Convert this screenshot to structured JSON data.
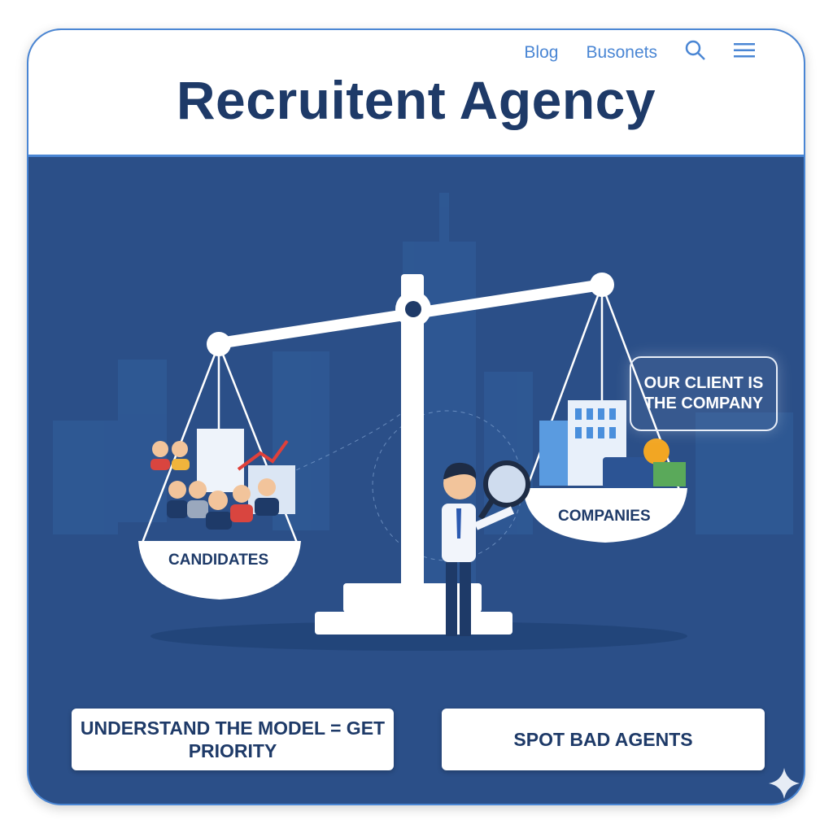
{
  "header": {
    "title": "Recruitent Agency",
    "nav": {
      "blog": "Blog",
      "business": "Busonets"
    }
  },
  "scene": {
    "left_pan_label": "CANDIDATES",
    "right_pan_label": "COMPANIES",
    "speech_bubble": "OUR CLIENT IS THE COMPANY"
  },
  "buttons": {
    "left": "UNDERSTAND THE MODEL = GET PRIORITY",
    "right": "SPOT BAD AGENTS"
  },
  "colors": {
    "brand": "#1e3a68",
    "accent": "#4a86d4",
    "background": "#2b4f88"
  }
}
